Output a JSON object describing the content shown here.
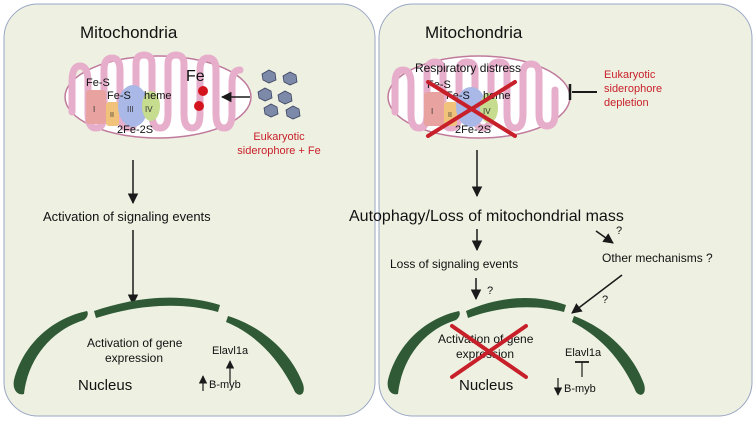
{
  "left": {
    "title": "Mitochondria",
    "fe": "Fe",
    "fes_outer": "Fe-S",
    "fes_inner": "Fe-S",
    "heme": "heme",
    "complex_1": "I",
    "complex_2": "II",
    "complex_3": "III",
    "complex_4": "IV",
    "fe2s2": "2Fe-2S",
    "siderophore_line1": "Eukaryotic",
    "siderophore_line2": "siderophore + Fe",
    "signaling": "Activation of signaling events",
    "gene_line1": "Activation of gene",
    "gene_line2": "expression",
    "nucleus": "Nucleus",
    "elavl1a": "Elavl1a",
    "bmyb": "B-myb"
  },
  "right": {
    "title": "Mitochondria",
    "distress": "Respiratory distress",
    "fes_outer": "Fe-S",
    "fes_inner": "Fe-S",
    "heme": "heme",
    "complex_1": "I",
    "complex_2": "II",
    "complex_4": "IV",
    "fe2s2": "2Fe-2S",
    "depletion_line1": "Eukaryotic",
    "depletion_line2": "siderophore",
    "depletion_line3": "depletion",
    "autophagy": "Autophagy/Loss of mitochondrial mass",
    "loss_signaling": "Loss of signaling events",
    "q1": "?",
    "q2": "?",
    "q3": "?",
    "other": "Other mechanisms ?",
    "gene_line1": "Activation of gene",
    "gene_line2": "expression",
    "nucleus": "Nucleus",
    "elavl1a": "Elavl1a",
    "bmyb": "B-myb"
  },
  "colors": {
    "background": "#eef1e2",
    "membrane_fill": "#f3c9dd",
    "membrane_stroke": "#c07a9c",
    "nucleus_fill": "#2f5a35",
    "cross": "#c8202a",
    "red_text": "#c8202a",
    "iron_dot": "#d4141c",
    "complex_1": "#e8a3a0",
    "complex_2": "#f1c27a",
    "complex_3": "#a9b8e6",
    "complex_4": "#c6dc8e",
    "siderophore": "#7d89a8"
  }
}
